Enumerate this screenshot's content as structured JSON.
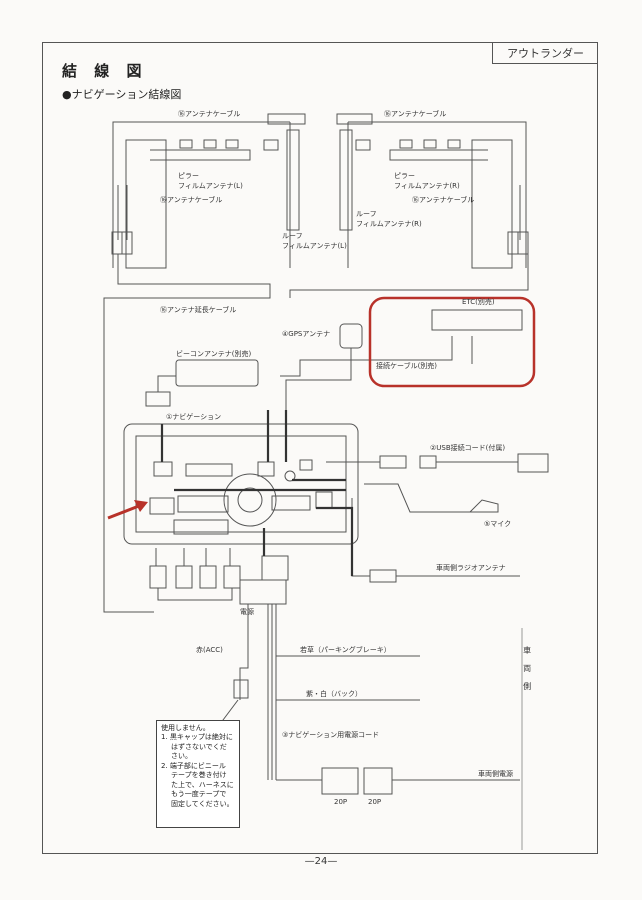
{
  "header": {
    "tab": "アウトランダー",
    "title": "結 線 図",
    "subtitle": "●ナビゲーション結線図"
  },
  "labels": {
    "antenna_cable_top_left": "⑯アンテナケーブル",
    "antenna_cable_top_right": "⑯アンテナケーブル",
    "pillar_antenna_left_1": "ピラー",
    "pillar_antenna_left_2": "フィルムアンテナ(L)",
    "pillar_antenna_right_1": "ピラー",
    "pillar_antenna_right_2": "フィルムアンテナ(R)",
    "antenna_cable_mid_left": "⑯アンテナケーブル",
    "antenna_cable_mid_right": "⑯アンテナケーブル",
    "roof_antenna_left_1": "ルーフ",
    "roof_antenna_left_2": "フィルムアンテナ(L)",
    "roof_antenna_right_1": "ルーフ",
    "roof_antenna_right_2": "フィルムアンテナ(R)",
    "antenna_extension": "⑯アンテナ延長ケーブル",
    "gps_antenna": "④GPSアンテナ",
    "etc": "ETC(別売)",
    "connection_cable": "接続ケーブル(別売)",
    "beacon_antenna": "ビーコンアンテナ(別売)",
    "navigation": "①ナビゲーション",
    "usb_cord": "②USB接続コード(付属)",
    "mic": "⑤マイク",
    "vehicle_radio_antenna": "車両側ラジオアンテナ",
    "power": "電源",
    "red_acc": "赤(ACC)",
    "parking_brake": "若草（パーキングブレーキ）",
    "back": "紫・白（バック）",
    "power_cord": "③ナビゲーション用電源コード",
    "vehicle_side_v": "車両側",
    "vehicle_power": "車両側電源",
    "connector_20p_a": "20P",
    "connector_20p_b": "20P"
  },
  "note": {
    "line1": "使用しません。",
    "line2": "1. 黒キャップは絶対に",
    "line3": "はずさないでくだ",
    "line4": "さい。",
    "line5": "2. 端子部にビニール",
    "line6": "テープを巻き付け",
    "line7": "た上で、ハーネスに",
    "line8": "もう一度テープで",
    "line9": "固定してください。"
  },
  "footer": "—24—",
  "colors": {
    "highlight": "#b8322a",
    "line": "#444444"
  }
}
